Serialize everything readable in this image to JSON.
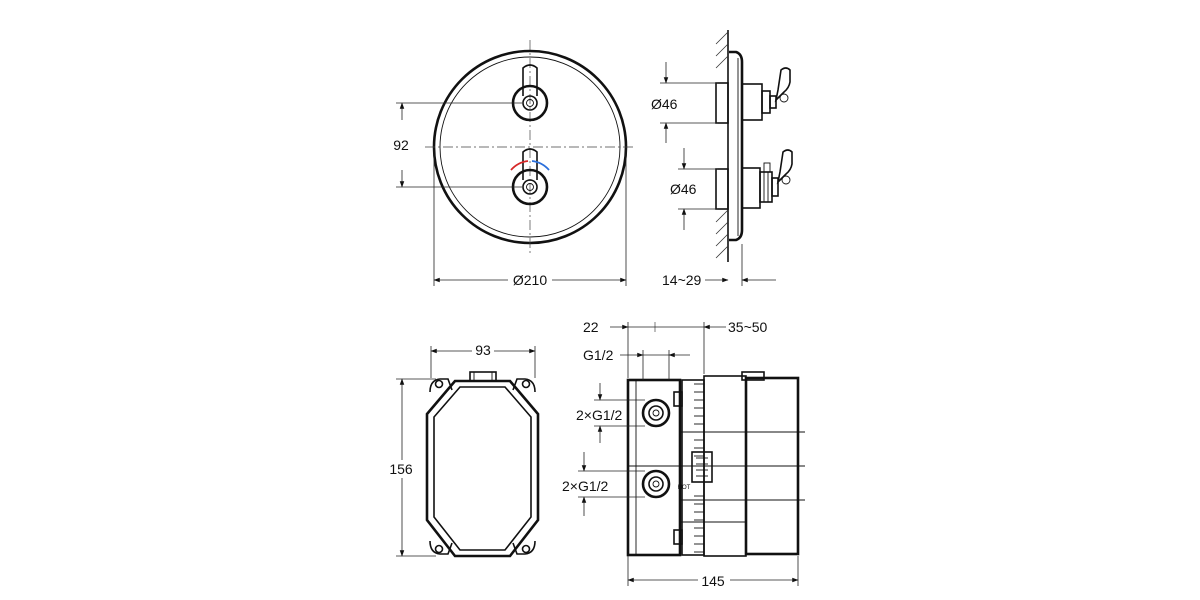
{
  "dimensions": {
    "front_offset": "92",
    "front_diameter": "Ø210",
    "side_upper_diameter": "Ø46",
    "side_lower_diameter": "Ø46",
    "side_projection": "14~29",
    "box_width": "93",
    "box_height": "156",
    "body_offset_left": "22",
    "body_offset_right": "35~50",
    "thread_top": "G1/2",
    "thread_upper": "2×G1/2",
    "thread_lower": "2×G1/2",
    "body_depth": "145"
  },
  "marks": {
    "hot_label": "HOT"
  },
  "colors": {
    "hot_arc": "#d62828",
    "cold_arc": "#2a6fdb"
  }
}
